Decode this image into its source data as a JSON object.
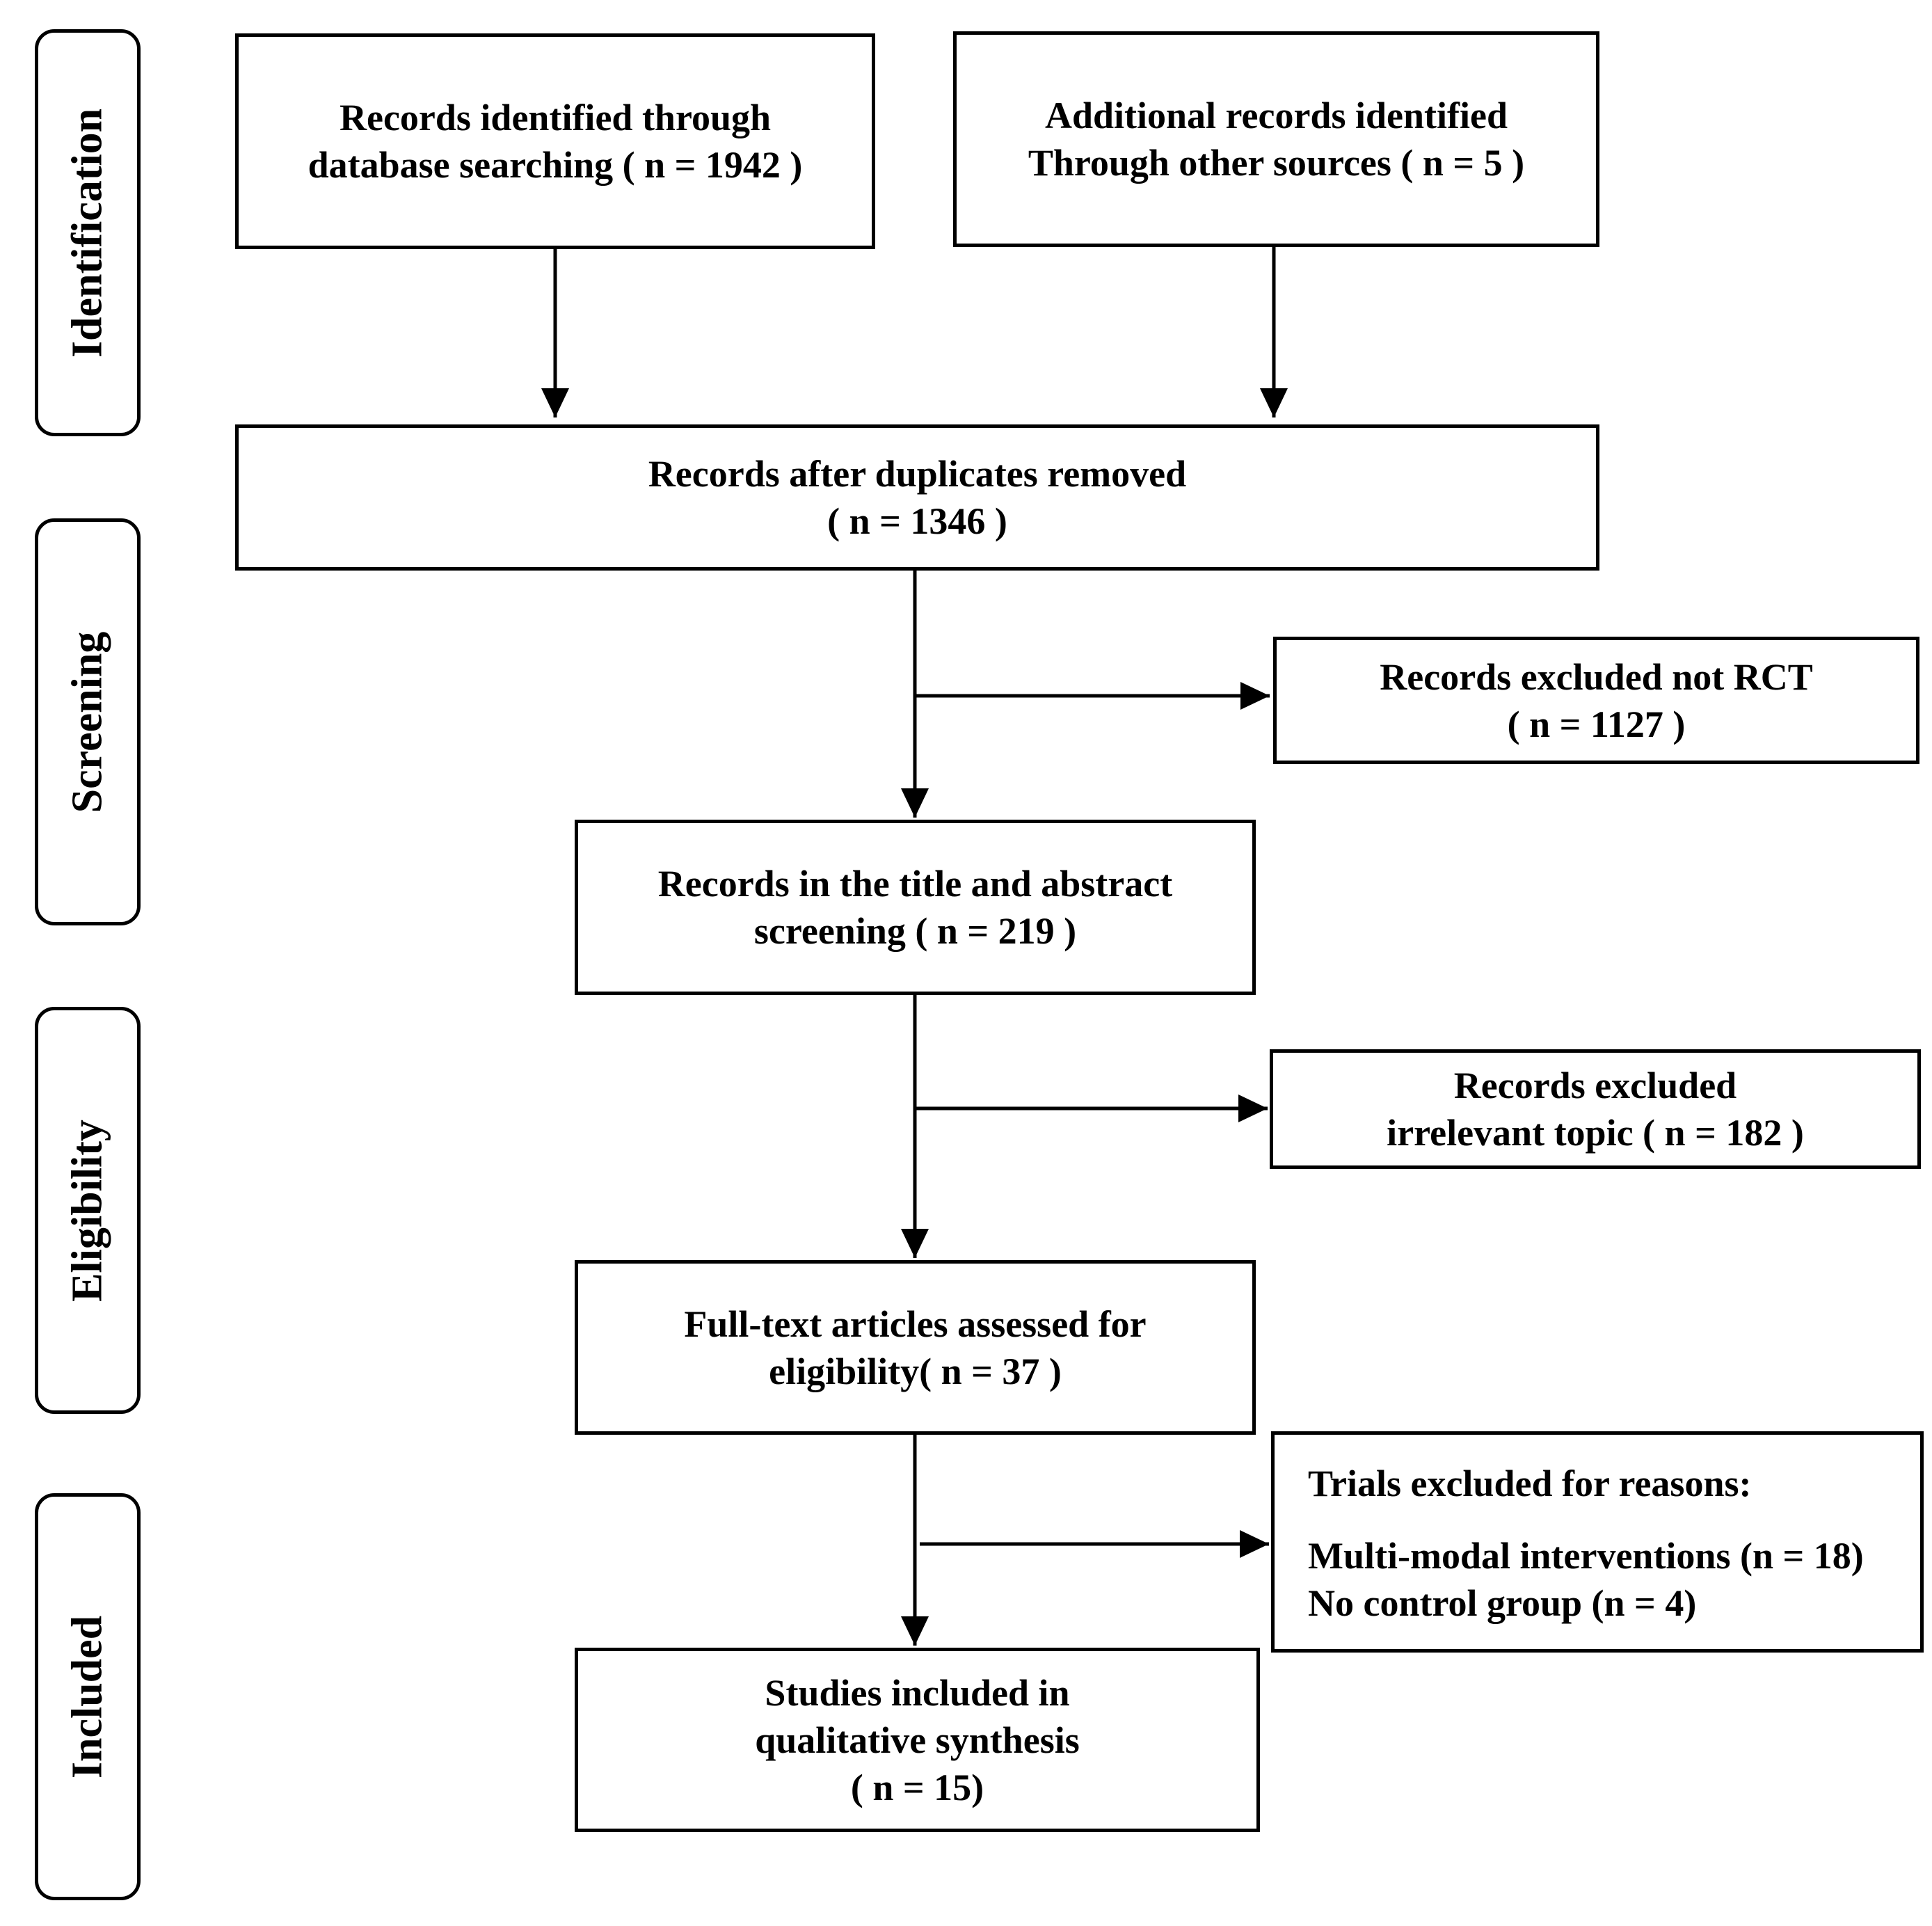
{
  "stages": {
    "identification": "Identification",
    "screening": "Screening",
    "eligibility": "Eligibility",
    "included": "Included"
  },
  "boxes": {
    "database_search": {
      "line1": "Records identified through",
      "line2": "database searching ( n = 1942 )"
    },
    "other_sources": {
      "line1": "Additional records identified",
      "line2": "Through other sources ( n = 5 )"
    },
    "duplicates_removed": {
      "line1": "Records after duplicates removed",
      "line2": "( n = 1346 )"
    },
    "excluded_not_rct": {
      "line1": "Records excluded not RCT",
      "line2": "( n = 1127 )"
    },
    "title_abstract": {
      "line1": "Records in the title and abstract",
      "line2": "screening ( n = 219 )"
    },
    "excluded_irrelevant": {
      "line1": "Records excluded",
      "line2": "irrelevant topic ( n = 182 )"
    },
    "full_text": {
      "line1": "Full-text articles assessed for",
      "line2": "eligibility( n = 37 )"
    },
    "trials_excluded": {
      "heading": "Trials excluded for reasons:",
      "reason1": "Multi-modal interventions (n = 18)",
      "reason2": "No control group  (n = 4)"
    },
    "included_studies": {
      "line1": "Studies included in",
      "line2": "qualitative synthesis",
      "line3": "( n = 15)"
    }
  }
}
